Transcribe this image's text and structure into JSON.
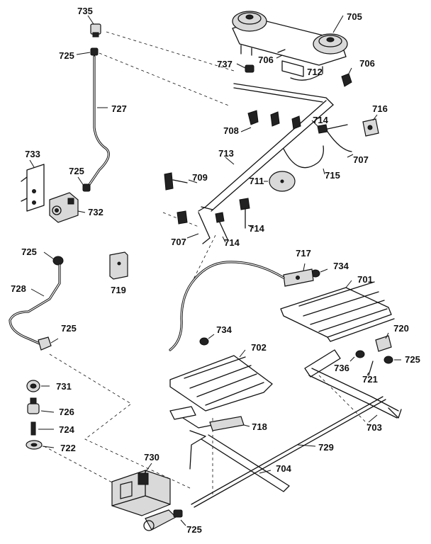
{
  "part_labels": {
    "p701": "701",
    "p702": "702",
    "p703": "703",
    "p704": "704",
    "p705": "705",
    "p706a": "706",
    "p706b": "706",
    "p707a": "707",
    "p707b": "707",
    "p708": "708",
    "p709": "709",
    "p711": "711",
    "p712": "712",
    "p713": "713",
    "p714a": "714",
    "p714b": "714",
    "p714c": "714",
    "p715": "715",
    "p716": "716",
    "p717": "717",
    "p718": "718",
    "p719": "719",
    "p720": "720",
    "p721": "721",
    "p722": "722",
    "p724": "724",
    "p725a": "725",
    "p725b": "725",
    "p725c": "725",
    "p725d": "725",
    "p725e": "725",
    "p725f": "725",
    "p726": "726",
    "p727": "727",
    "p728": "728",
    "p729": "729",
    "p730": "730",
    "p731": "731",
    "p732": "732",
    "p733": "733",
    "p734a": "734",
    "p734b": "734",
    "p735": "735",
    "p736": "736",
    "p737": "737"
  }
}
